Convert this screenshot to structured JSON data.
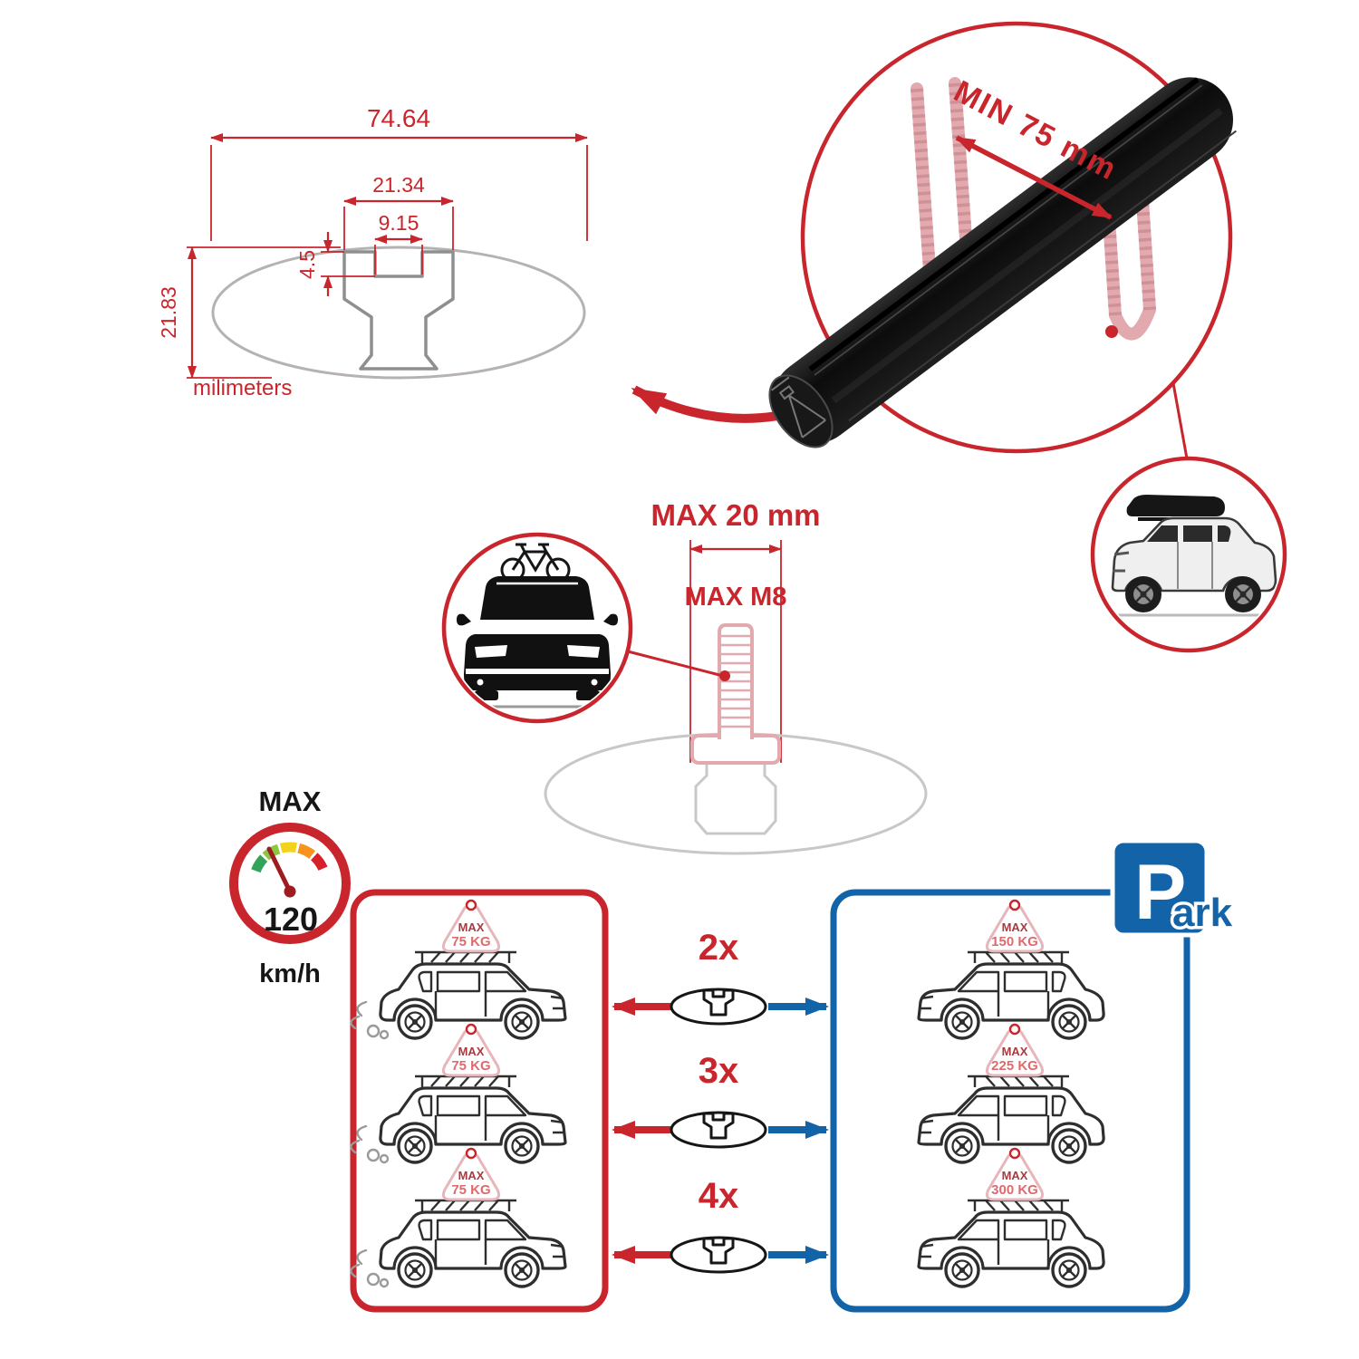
{
  "colors": {
    "accent_red": "#c9252c",
    "accent_blue": "#1263a8",
    "faded_pink": "#e2aaae",
    "faded_gray": "#c8c8c8",
    "ink": "#161616"
  },
  "cross_section": {
    "total_width": "74.64",
    "channel_width": "21.34",
    "slot_width": "9.15",
    "lip_depth": "4.5",
    "bar_height": "21.83",
    "unit": "milimeters"
  },
  "bar_detail": {
    "min_span": "MIN 75 mm"
  },
  "tbolt": {
    "max_width": "MAX 20 mm",
    "max_thread": "MAX M8"
  },
  "speed_gauge": {
    "label": "MAX",
    "value": "120",
    "unit": "km/h"
  },
  "park_sign": {
    "letter": "P",
    "suffix": "ark"
  },
  "multipliers": [
    "2x",
    "3x",
    "4x"
  ],
  "moving_loads": [
    {
      "label": "MAX",
      "value": "75 KG"
    },
    {
      "label": "MAX",
      "value": "75 KG"
    },
    {
      "label": "MAX",
      "value": "75 KG"
    }
  ],
  "parked_loads": [
    {
      "label": "MAX",
      "value": "150 KG"
    },
    {
      "label": "MAX",
      "value": "225 KG"
    },
    {
      "label": "MAX",
      "value": "300 KG"
    }
  ]
}
